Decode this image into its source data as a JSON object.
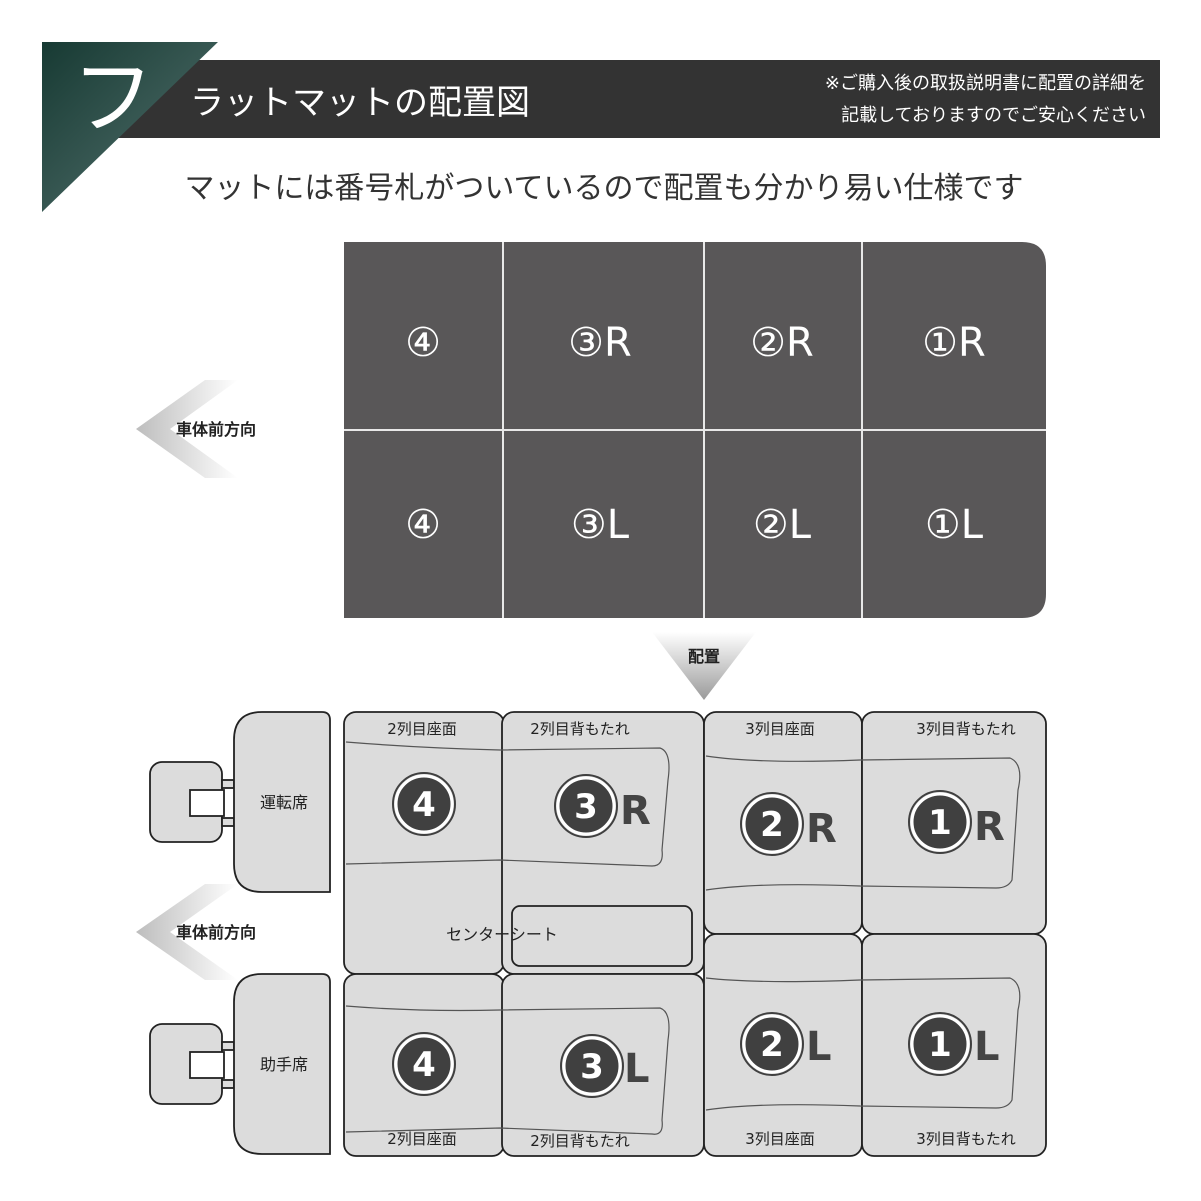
{
  "header": {
    "section_letter": "フ",
    "title": "ラットマットの配置図",
    "note_line1": "※ご購入後の取扱説明書に配置の詳細を",
    "note_line2": "記載しておりますのでご安心ください"
  },
  "subtitle": "マットには番号札がついているので配置も分かり易い仕様です",
  "top_diagram": {
    "direction": "車体前方向",
    "mats": [
      {
        "label": "④"
      },
      {
        "label": "③R"
      },
      {
        "label": "②R"
      },
      {
        "label": "①R"
      },
      {
        "label": "④"
      },
      {
        "label": "③L"
      },
      {
        "label": "②L"
      },
      {
        "label": "①L"
      }
    ]
  },
  "arrow_label": "配置",
  "bottom_diagram": {
    "direction": "車体前方向",
    "driver_seat": "運転席",
    "passenger_seat": "助手席",
    "center_seat": "センターシート",
    "positions_top": [
      "2列目座面",
      "2列目背もたれ",
      "3列目座面",
      "3列目背もたれ"
    ],
    "positions_bottom": [
      "2列目座面",
      "2列目背もたれ",
      "3列目座面",
      "3列目背もたれ"
    ],
    "markers": [
      {
        "num": "4",
        "side": ""
      },
      {
        "num": "3",
        "side": "R"
      },
      {
        "num": "2",
        "side": "R"
      },
      {
        "num": "1",
        "side": "R"
      },
      {
        "num": "4",
        "side": ""
      },
      {
        "num": "3",
        "side": "L"
      },
      {
        "num": "2",
        "side": "L"
      },
      {
        "num": "1",
        "side": "L"
      }
    ]
  },
  "colors": {
    "header_bg": "#333333",
    "mat_fill": "#595758",
    "seat_fill": "#dcdcdc",
    "marker_fill": "#404040"
  }
}
